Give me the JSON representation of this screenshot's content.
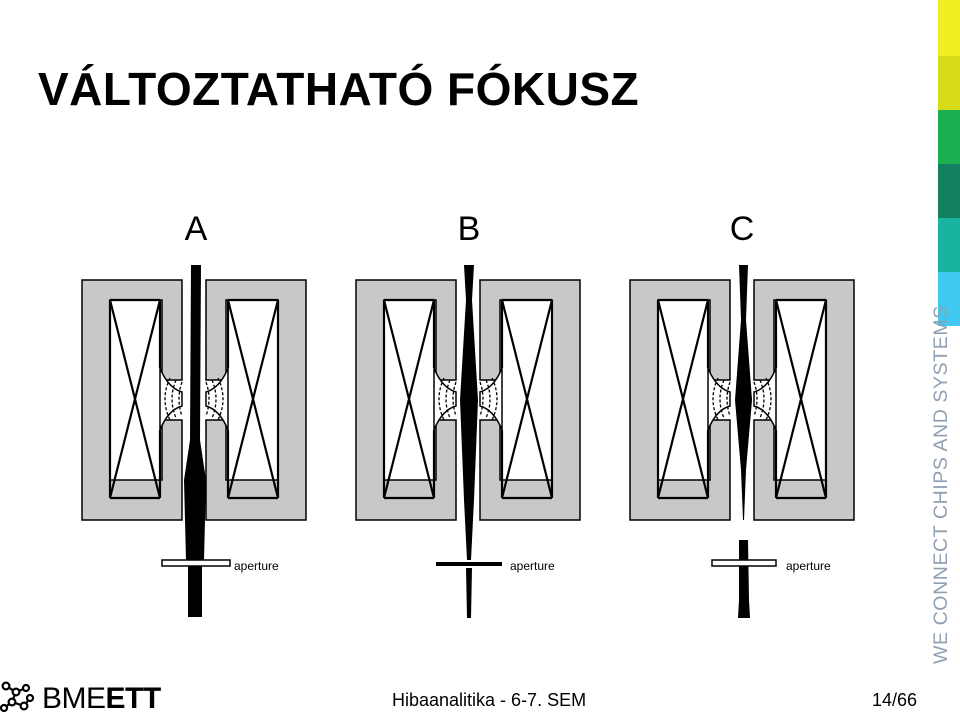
{
  "slide": {
    "title": "VÁLTOZTATHATÓ FÓKUSZ",
    "footer_course": "Hibaanalitika - 6-7. SEM",
    "page_number": "14/66",
    "slogan": "WE CONNECT CHIPS AND SYSTEMS"
  },
  "logo": {
    "part1": "BME",
    "part2": "ETT"
  },
  "diagram": {
    "panels": [
      {
        "label": "A",
        "aperture_label": "aperture"
      },
      {
        "label": "B",
        "aperture_label": "aperture"
      },
      {
        "label": "C",
        "aperture_label": "aperture"
      }
    ]
  },
  "colors": {
    "bar": [
      "#f0f020",
      "#d8dc18",
      "#18b050",
      "#148060",
      "#18b4a0",
      "#40c8f0"
    ],
    "yoke_fill": "#c8c8c8",
    "slogan": "#8fa0b3"
  }
}
